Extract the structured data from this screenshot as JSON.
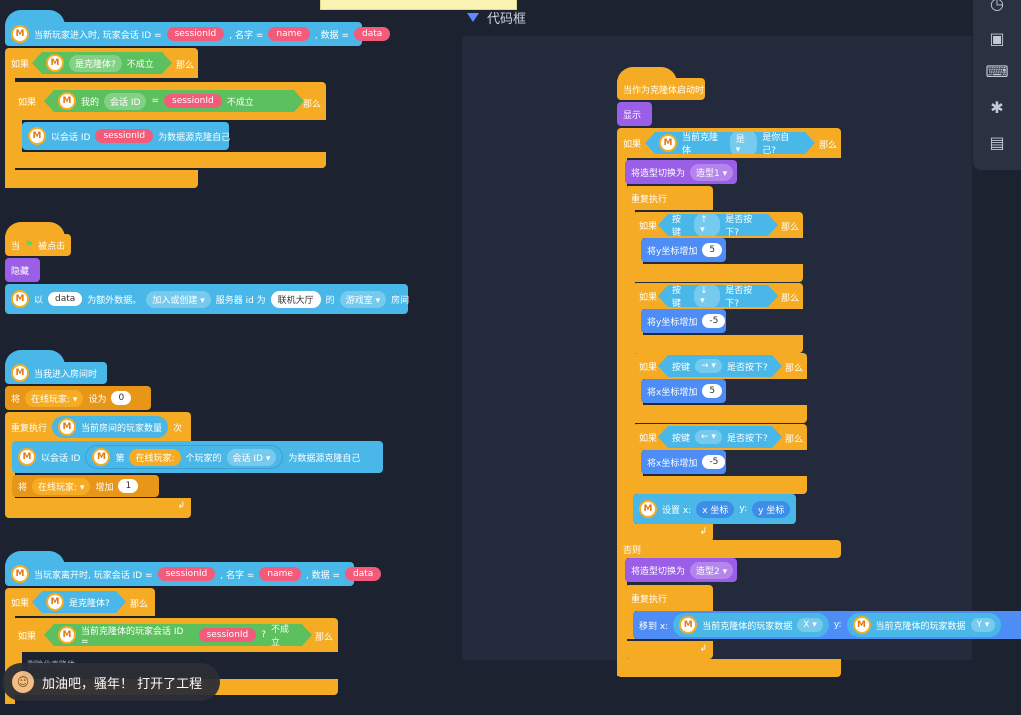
{
  "header": {
    "title": "代码框"
  },
  "right_icons": [
    "clock-icon",
    "robot-icon",
    "terminal-icon",
    "bug-icon",
    "document-icon"
  ],
  "toast": {
    "text": "加油吧，骚年！ 打开了工程"
  },
  "faded_text": "删除此克隆体",
  "logo": "M",
  "s1": {
    "hat": "当新玩家进入时, 玩家会话 ID =",
    "sid": "sessionId",
    "name_lbl": ", 名字 =",
    "name": "name",
    "data_lbl": ", 数据 =",
    "data": "data",
    "if": "如果",
    "is_clone": "是克隆体?",
    "not": "不成立",
    "then": "那么",
    "my": "我的",
    "sess": "会话 ID",
    "eq": "=",
    "use": "以会话 ID",
    "for_clone": "为数据源克隆自己"
  },
  "s2": {
    "when": "当",
    "clicked": "被点击",
    "hide": "隐藏",
    "with": "以",
    "data": "data",
    "extra": "为额外数据。",
    "join": "加入或创建",
    "server": "服务器 id 为",
    "lobby": "联机大厅",
    "of": "的",
    "room": "游戏室",
    "room2": "房间"
  },
  "s3": {
    "hat": "当我进入房间时",
    "set": "将",
    "var": "在线玩家:",
    "setto": "设为",
    "zero": "0",
    "repeat": "重复执行",
    "count": "当前房间的玩家数量",
    "times": "次",
    "use": "以会话 ID",
    "nth": "第",
    "th": "个玩家的",
    "sess": "会话 ID",
    "src": "为数据源克隆自己",
    "add": "增加",
    "one": "1"
  },
  "s4": {
    "hat": "当玩家离开时, 玩家会话 ID =",
    "sid": "sessionId",
    "name_lbl": ", 名字 =",
    "name": "name",
    "data_lbl": ", 数据 =",
    "data": "data",
    "if": "如果",
    "is_clone": "是克隆体?",
    "then": "那么",
    "data_lbl2": "当前克隆体的玩家会话 ID =",
    "q": "?",
    "not": "不成立"
  },
  "s5": {
    "hat": "当作为克隆体启动时",
    "show": "显示",
    "if": "如果",
    "cur": "当前克隆体",
    "is": "是",
    "self": "是你自己?",
    "then": "那么",
    "costume": "将造型切换为",
    "c1": "造型1",
    "forever": "重复执行",
    "key": "按键",
    "pressed": "是否按下?",
    "up": "↑",
    "down": "↓",
    "right": "→",
    "left": "←",
    "y_add": "将y坐标增加",
    "x_add": "将x坐标增加",
    "v5": "5",
    "vm5": "-5",
    "setxy": "设置 x:",
    "xc": "x 坐标",
    "y": "y:",
    "yc": "y 坐标",
    "else": "否则",
    "c2": "造型2",
    "goto": "移到 x:",
    "pdata": "当前克隆体的玩家数据",
    "X": "X",
    "Y": "Y"
  }
}
